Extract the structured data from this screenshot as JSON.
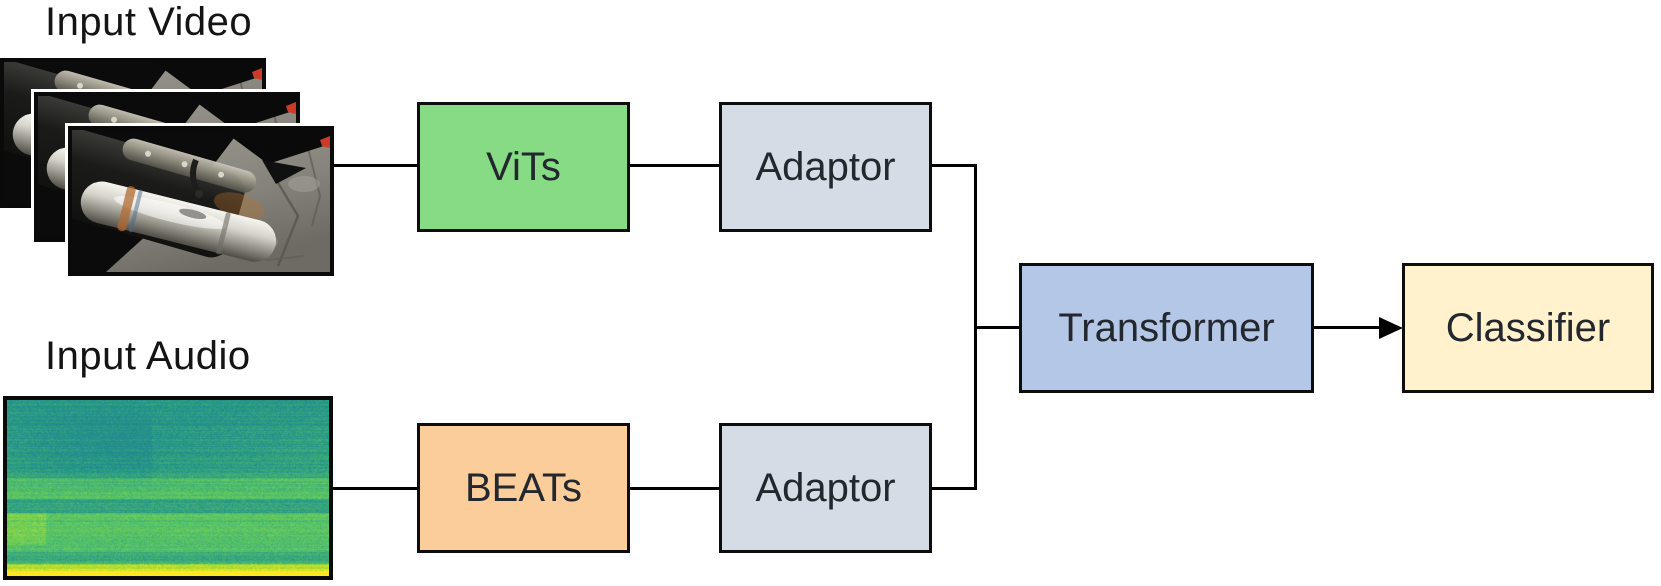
{
  "figure": {
    "background": "#ffffff",
    "edge_color": "#000000",
    "border_color": "#0d0d0d",
    "text_color": "#23272e"
  },
  "inputs": {
    "video": {
      "label": "Input Video",
      "image_alt": "three stacked video frames showing a close-up of a motorcycle exhaust pipe on stone pavement",
      "frame_count": 3
    },
    "audio": {
      "label": "Input Audio",
      "image_alt": "audio mel-spectrogram rendered in a viridis green-yellow colormap"
    }
  },
  "nodes": {
    "vits": {
      "label": "ViTs",
      "fill": "#88DB85"
    },
    "adaptor_video": {
      "label": "Adaptor",
      "fill": "#D6DCE5"
    },
    "beats": {
      "label": "BEATs",
      "fill": "#FACD9B"
    },
    "adaptor_audio": {
      "label": "Adaptor",
      "fill": "#D6DCE5"
    },
    "transformer": {
      "label": "Transformer",
      "fill": "#B4C7E7"
    },
    "classifier": {
      "label": "Classifier",
      "fill": "#FFF2CC"
    }
  },
  "edges": [
    {
      "from": "input-video",
      "to": "vits",
      "arrow": false
    },
    {
      "from": "vits",
      "to": "adaptor_video",
      "arrow": false
    },
    {
      "from": "adaptor_video",
      "to": "merge-rail",
      "arrow": false
    },
    {
      "from": "input-audio",
      "to": "beats",
      "arrow": false
    },
    {
      "from": "beats",
      "to": "adaptor_audio",
      "arrow": false
    },
    {
      "from": "adaptor_audio",
      "to": "merge-rail",
      "arrow": false
    },
    {
      "from": "merge-rail",
      "to": "transformer",
      "arrow": false
    },
    {
      "from": "transformer",
      "to": "classifier",
      "arrow": true
    }
  ]
}
